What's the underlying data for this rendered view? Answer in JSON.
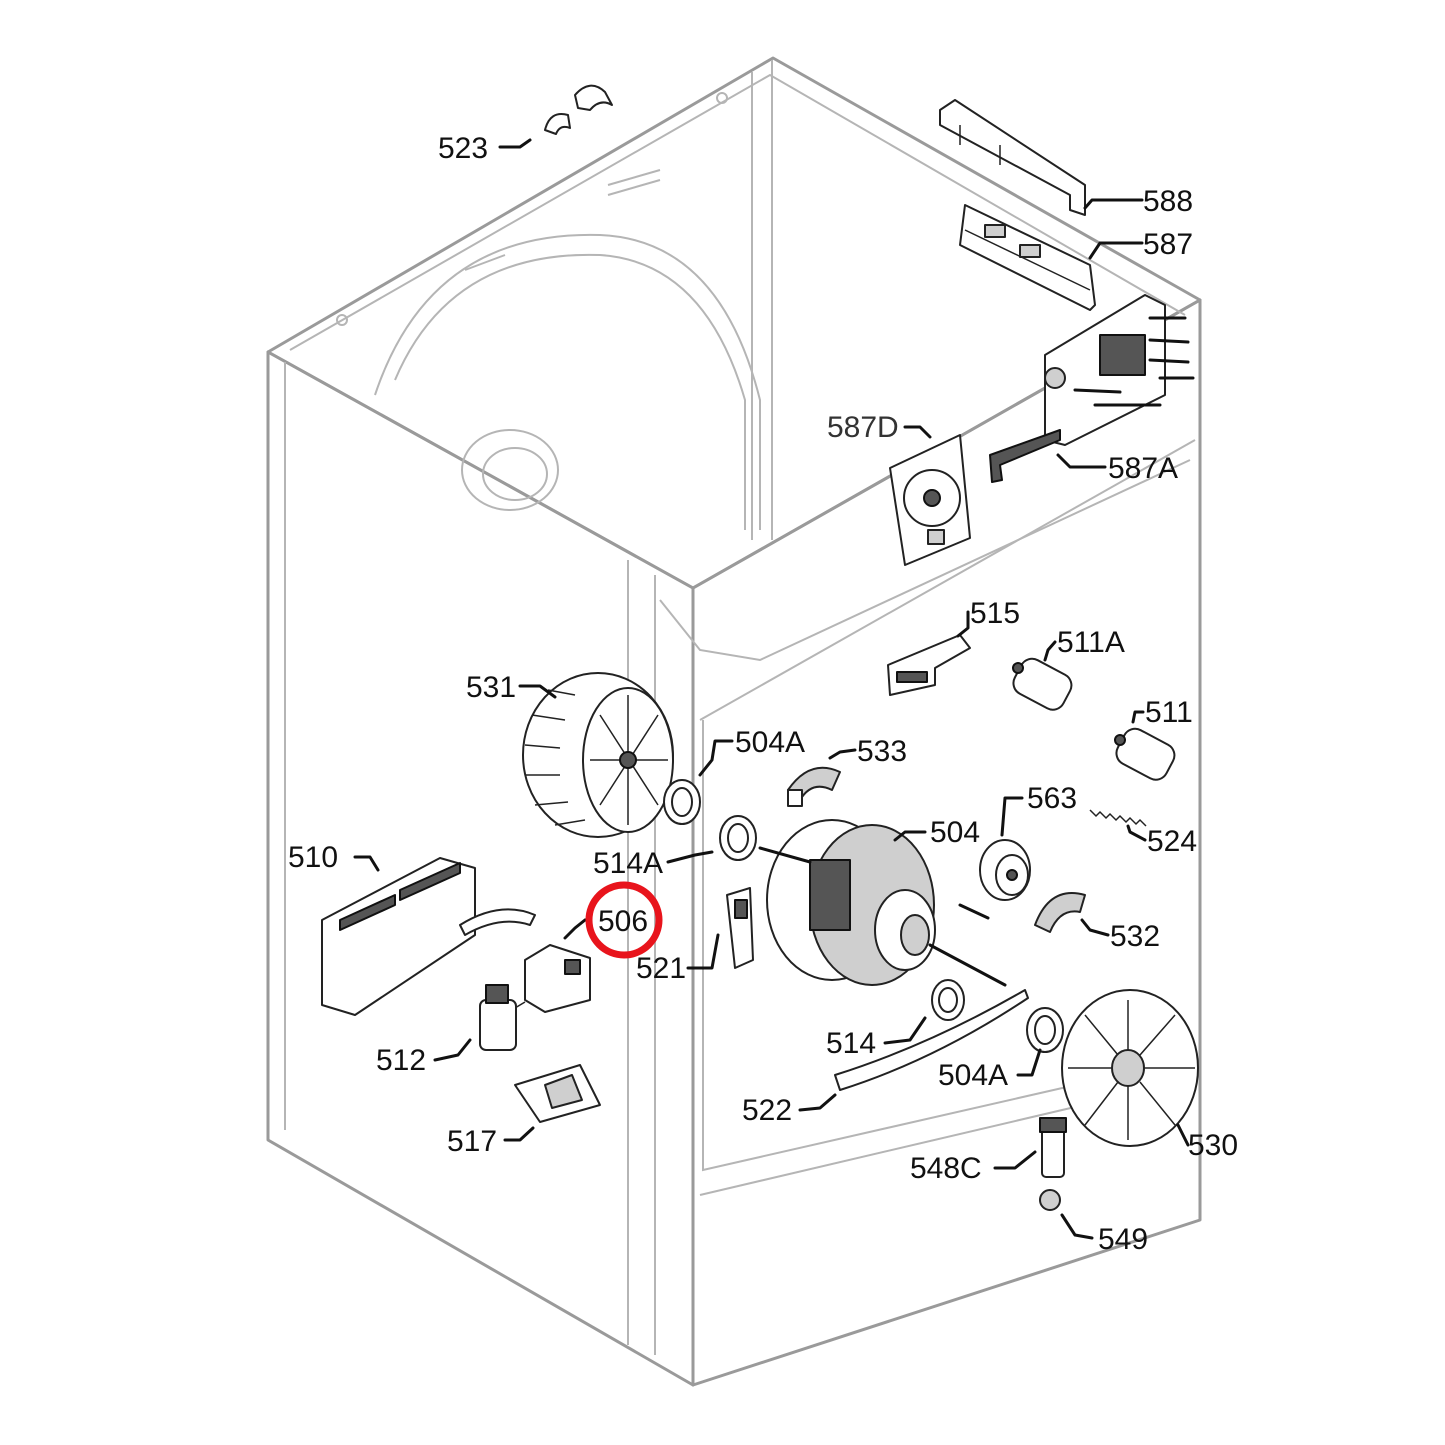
{
  "labels": {
    "l523": "523",
    "l588": "588",
    "l587": "587",
    "l587D": "587D",
    "l587A": "587A",
    "l515": "515",
    "l511A": "511A",
    "l531": "531",
    "l504A_top": "504A",
    "l533": "533",
    "l511": "511",
    "l563": "563",
    "l504": "504",
    "l524": "524",
    "l510": "510",
    "l514A": "514A",
    "l506": "506",
    "l521": "521",
    "l532": "532",
    "l512": "512",
    "l514": "514",
    "l504A_bottom": "504A",
    "l522": "522",
    "l517": "517",
    "l530": "530",
    "l548C": "548C",
    "l549": "549"
  },
  "highlight": {
    "label": "506",
    "color": "#e8141c"
  },
  "colors": {
    "cabinet_outline": "#9a9a9a",
    "leader": "#111111",
    "part_fill": "#cfcfcf"
  },
  "icons": [
    "drum-cabinet",
    "fan-impeller",
    "motor",
    "control-board",
    "pulley",
    "belt",
    "ring-seal"
  ]
}
